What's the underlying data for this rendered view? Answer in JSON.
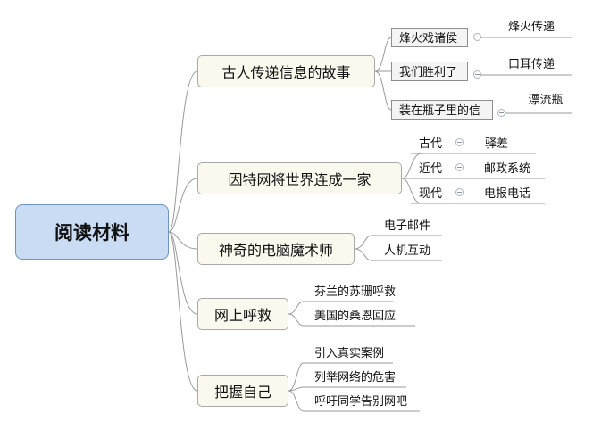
{
  "root": {
    "label": "阅读材料"
  },
  "branches": [
    {
      "label": "古人传递信息的故事",
      "children": [
        {
          "label": "烽火戏诸侯",
          "child": "烽火传递"
        },
        {
          "label": "我们胜利了",
          "child": "口耳传递"
        },
        {
          "label": "装在瓶子里的信",
          "child": "漂流瓶"
        }
      ]
    },
    {
      "label": "因特网将世界连成一家",
      "children": [
        {
          "label": "古代",
          "child": "驿差"
        },
        {
          "label": "近代",
          "child": "邮政系统"
        },
        {
          "label": "现代",
          "child": "电报电话"
        }
      ]
    },
    {
      "label": "神奇的电脑魔术师",
      "children": [
        {
          "label": "电子邮件"
        },
        {
          "label": "人机互动"
        }
      ]
    },
    {
      "label": "网上呼救",
      "children": [
        {
          "label": "芬兰的苏珊呼救"
        },
        {
          "label": "美国的桑恩回应"
        }
      ]
    },
    {
      "label": "把握自己",
      "children": [
        {
          "label": "引入真实案例"
        },
        {
          "label": "列举网络的危害"
        },
        {
          "label": "呼吁同学告别网吧"
        }
      ]
    }
  ],
  "colors": {
    "root_fill": "#c9dcf4",
    "root_border": "#6f93c0",
    "branch_fill": "#fbf8ee",
    "line": "#9a9a9a"
  },
  "icons": {
    "collapse": "collapse-toggle-icon"
  }
}
